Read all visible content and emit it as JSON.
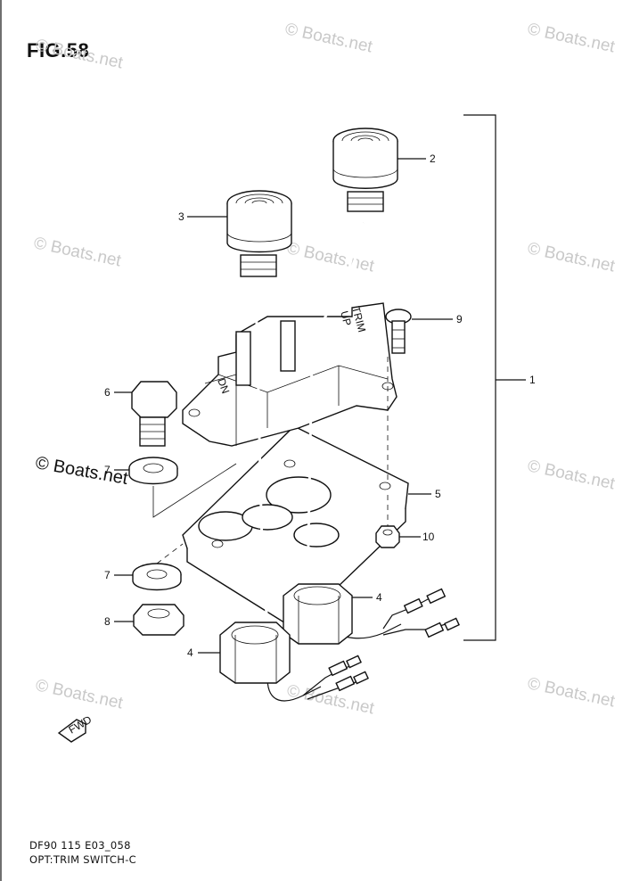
{
  "figure": {
    "title": "FIG.58",
    "model_code": "DF90 115 E03_058",
    "name": "OPT:TRIM SWITCH-C"
  },
  "watermark": {
    "text": "© Boats.net"
  },
  "callouts": [
    {
      "number": "1",
      "part": "switch-assembly"
    },
    {
      "number": "2",
      "part": "up-switch"
    },
    {
      "number": "3",
      "part": "down-switch"
    },
    {
      "number": "4",
      "part": "nut-upper"
    },
    {
      "number": "4",
      "part": "nut-lower"
    },
    {
      "number": "5",
      "part": "plate"
    },
    {
      "number": "6",
      "part": "bolt"
    },
    {
      "number": "7",
      "part": "washer-upper"
    },
    {
      "number": "7",
      "part": "washer-lower"
    },
    {
      "number": "8",
      "part": "nut-small"
    },
    {
      "number": "9",
      "part": "screw"
    },
    {
      "number": "10",
      "part": "nut-tiny"
    }
  ],
  "embossed_text": {
    "trim": "TRIM",
    "up": "UP",
    "dn": "DN",
    "fwd": "FWD"
  }
}
